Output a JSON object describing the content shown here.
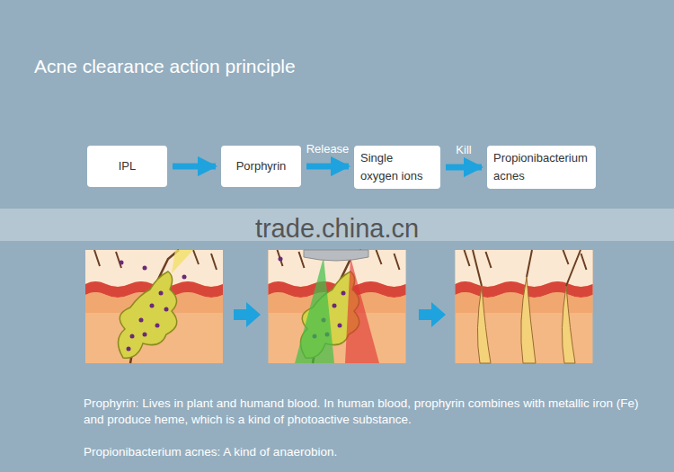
{
  "diagram": {
    "title": "Acne clearance action principle",
    "nodes": [
      {
        "text": [
          "IPL"
        ]
      },
      {
        "text": [
          "Porphyrin"
        ]
      },
      {
        "text": [
          "Single oxygen ions"
        ]
      },
      {
        "text": [
          "Propionibacterium acnes"
        ]
      }
    ],
    "edges": [
      {
        "from": 0,
        "to": 1,
        "arrow": "to"
      },
      {
        "from": 1,
        "to": 2,
        "label": "Release",
        "arrow": "to"
      },
      {
        "from": 2,
        "to": 3,
        "label": "Kill",
        "arrow": "to"
      }
    ],
    "labels": [
      "trade.china.cn",
      "Prophyrin: Lives in plant and humand blood. In human blood, prophyrin combines with metallic iron (Fe) and produce heme, which is a kind of photoactive substance.",
      "Propionibacterium acnes: A kind of anaerobion."
    ]
  }
}
